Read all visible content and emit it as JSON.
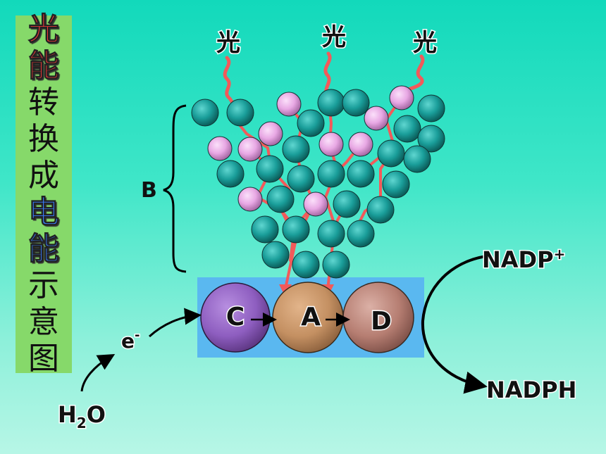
{
  "title": {
    "chars": [
      {
        "text": "光",
        "color": "red"
      },
      {
        "text": "能",
        "color": "red"
      },
      {
        "text": "转",
        "color": "black"
      },
      {
        "text": "换",
        "color": "black"
      },
      {
        "text": "成",
        "color": "black"
      },
      {
        "text": "电",
        "color": "blue"
      },
      {
        "text": "能",
        "color": "blue"
      },
      {
        "text": "示",
        "color": "black"
      },
      {
        "text": "意",
        "color": "black"
      },
      {
        "text": "图",
        "color": "black"
      }
    ]
  },
  "light_labels": [
    "光",
    "光",
    "光"
  ],
  "bracket_label": "B",
  "centers": {
    "c": "C",
    "a": "A",
    "d": "D"
  },
  "electron": {
    "base": "e",
    "sup": "-"
  },
  "water": {
    "h": "H",
    "sub": "2",
    "o": "O"
  },
  "nadp": {
    "base": "NADP",
    "sup": "+"
  },
  "nadph": "NADPH",
  "colors": {
    "teal_molecule": "#1a9e9a",
    "pink_molecule": "#e8a8e4",
    "light_wave": "#f25a5a",
    "center_box": "#5ab8f0",
    "c_sphere": "#8e5ec0",
    "a_sphere": "#c49062",
    "d_sphere": "#b67e72"
  }
}
